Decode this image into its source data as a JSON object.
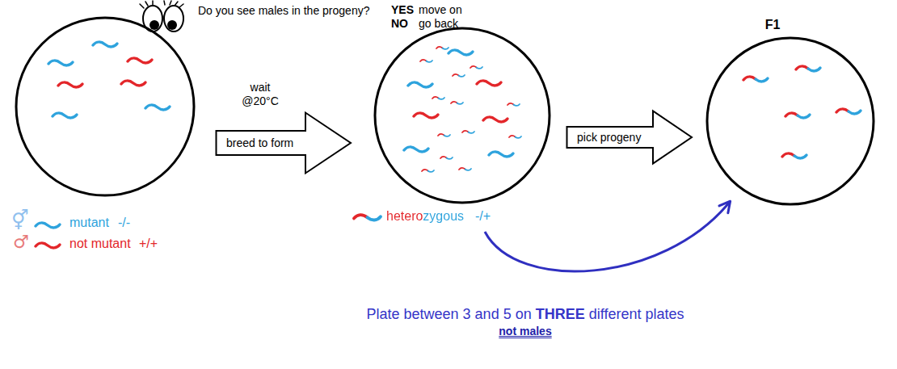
{
  "diagram": {
    "nodes": [
      {
        "text": [
          "wait @20°C",
          "breed to form"
        ]
      },
      {
        "text": [
          "pick progeny"
        ]
      },
      {
        "text": [
          "F1"
        ]
      }
    ],
    "labels": [
      "Do you see males in the progeny?",
      "YES",
      "move on",
      "NO",
      "go back",
      "⚥",
      "mutant",
      "-/-",
      "♂",
      "not mutant",
      "+/+",
      "heterozygous",
      "-/+",
      "Plate between 3 and 5 on",
      "THREE",
      "different plates",
      "not males"
    ]
  }
}
